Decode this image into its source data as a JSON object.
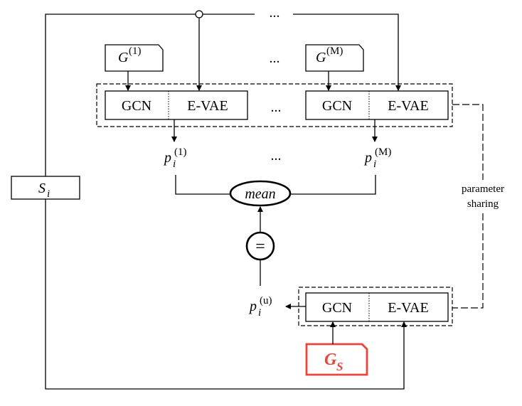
{
  "nodes": {
    "g1": {
      "base": "G",
      "sup": "(1)"
    },
    "gm": {
      "base": "G",
      "sup": "(M)"
    },
    "gs": {
      "base": "G",
      "sub": "S"
    },
    "si": {
      "base": "S",
      "sub": "i"
    },
    "p1": {
      "base": "p",
      "sub": "i",
      "sup": "(1)"
    },
    "pm": {
      "base": "p",
      "sub": "i",
      "sup": "(M)"
    },
    "pu": {
      "base": "p",
      "sub": "i",
      "sup": "(u)"
    },
    "mean": "mean",
    "equal": "="
  },
  "modules": {
    "gcn": "GCN",
    "evae": "E-VAE"
  },
  "ellipsis": "...",
  "annotation": {
    "line1": "parameter",
    "line2": "sharing"
  },
  "colors": {
    "accent": "#e8453c",
    "stroke": "#000000",
    "background": "#ffffff"
  }
}
